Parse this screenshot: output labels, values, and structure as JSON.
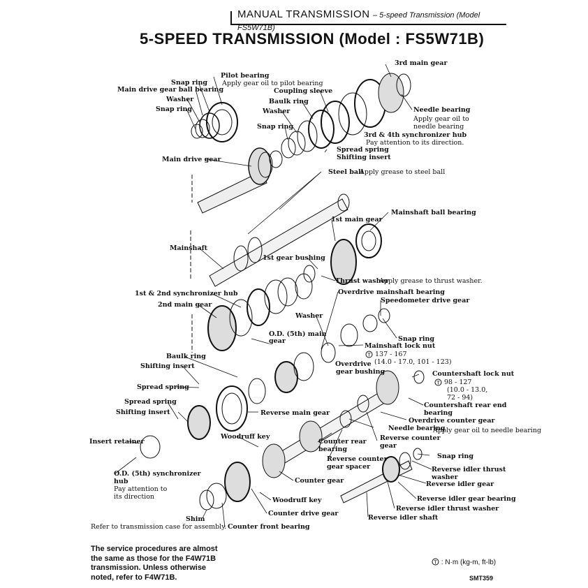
{
  "header": {
    "section": "MANUAL TRANSMISSION",
    "subsection": "– 5-speed Transmission (Model FS5W71B)"
  },
  "title": "5-SPEED TRANSMISSION (Model : FS5W71B)",
  "labels": {
    "pilot_bearing": "Pilot bearing",
    "pilot_bearing_note": "Apply gear oil to pilot bearing",
    "snap_ring_1": "Snap ring",
    "main_drive_gear_ball_bearing": "Main drive gear ball bearing",
    "washer_1": "Washer",
    "snap_ring_2": "Snap ring",
    "third_main_gear": "3rd main gear",
    "coupling_sleeve": "Coupling sleeve",
    "baulk_ring_1": "Baulk ring",
    "washer_2": "Washer",
    "snap_ring_3": "Snap ring",
    "needle_bearing_1": "Needle bearing",
    "needle_bearing_1_note": "Apply gear oil to needle bearing",
    "sync_hub_34": "3rd & 4th synchronizer hub",
    "sync_hub_34_note": "Pay attention to its direction.",
    "spread_spring_1": "Spread spring",
    "shifting_insert_1": "Shifting insert",
    "main_drive_gear": "Main drive gear",
    "steel_ball": "Steel ball",
    "steel_ball_note": "Apply grease to steel ball",
    "mainshaft_ball_bearing": "Mainshaft ball bearing",
    "first_main_gear": "1st main gear",
    "mainshaft": "Mainshaft",
    "first_gear_bushing": "1st gear bushing",
    "thrust_washer": "Thrust washer",
    "thrust_washer_note": "Apply grease to thrust washer.",
    "sync_hub_12": "1st & 2nd synchronizer hub",
    "overdrive_mainshaft_bearing": "Overdrive mainshaft bearing",
    "second_main_gear": "2nd main gear",
    "speedometer_drive_gear": "Speedometer drive gear",
    "washer_3": "Washer",
    "od_main_gear_1": "O.D. (5th) main",
    "od_main_gear_2": "gear",
    "snap_ring_4": "Snap ring",
    "mainshaft_lock_nut": "Mainshaft lock nut",
    "mainshaft_lock_nut_torque": "137 - 167",
    "mainshaft_lock_nut_torque2": "(14.0 - 17.0, 101 - 123)",
    "baulk_ring_2": "Baulk ring",
    "overdrive_gear_bushing_1": "Overdrive",
    "overdrive_gear_bushing_2": "gear bushing",
    "shifting_insert_2": "Shifting insert",
    "countershaft_lock_nut": "Countershaft lock nut",
    "countershaft_lock_nut_torque": "98 - 127",
    "countershaft_lock_nut_torque2": "(10.0 - 13.0,",
    "countershaft_lock_nut_torque3": "72 - 94)",
    "spread_spring_2": "Spread spring",
    "countershaft_rear_end_bearing_1": "Countershaft rear end",
    "countershaft_rear_end_bearing_2": "bearing",
    "spread_spring_3": "Spread spring",
    "overdrive_counter_gear": "Overdrive counter gear",
    "reverse_main_gear": "Reverse main gear",
    "shifting_insert_3": "Shifting insert",
    "needle_bearing_2": "Needle bearing",
    "needle_bearing_2_note": "Apply gear oil to needle bearing",
    "reverse_counter_gear_1": "Reverse counter",
    "reverse_counter_gear_2": "gear",
    "woodruff_key_1": "Woodruff key",
    "counter_rear_bearing_1": "Counter rear",
    "counter_rear_bearing_2": "bearing",
    "insert_retainer": "Insert retainer",
    "reverse_counter_gear_spacer_1": "Reverse counter",
    "reverse_counter_gear_spacer_2": "gear spacer",
    "snap_ring_5": "Snap ring",
    "reverse_idler_thrust_washer_1": "Reverse idler thrust",
    "reverse_idler_thrust_washer_2": "washer",
    "reverse_idler_gear": "Reverse idler gear",
    "od_sync_hub_1": "O.D. (5th) synchronizer",
    "od_sync_hub_2": "hub",
    "od_sync_hub_note_1": "Pay attention to",
    "od_sync_hub_note_2": "its direction",
    "counter_gear": "Counter gear",
    "reverse_idler_gear_bearing": "Reverse idler gear bearing",
    "woodruff_key_2": "Woodruff key",
    "reverse_idler_thrust_washer_b": "Reverse idler thrust washer",
    "counter_drive_gear": "Counter drive gear",
    "reverse_idler_shaft": "Reverse idler shaft",
    "shim": "Shim",
    "counter_front_bearing": "Counter front bearing",
    "shim_note": "Refer to transmission case for assembly."
  },
  "note": "The service procedures are almost the same as those for the F4W71B transmission. Unless otherwise noted, refer to F4W71B.",
  "legend": ": N·m (kg-m, ft-lb)",
  "figure_id": "SMT359",
  "icons": {
    "torque": "torque-symbol-icon"
  }
}
